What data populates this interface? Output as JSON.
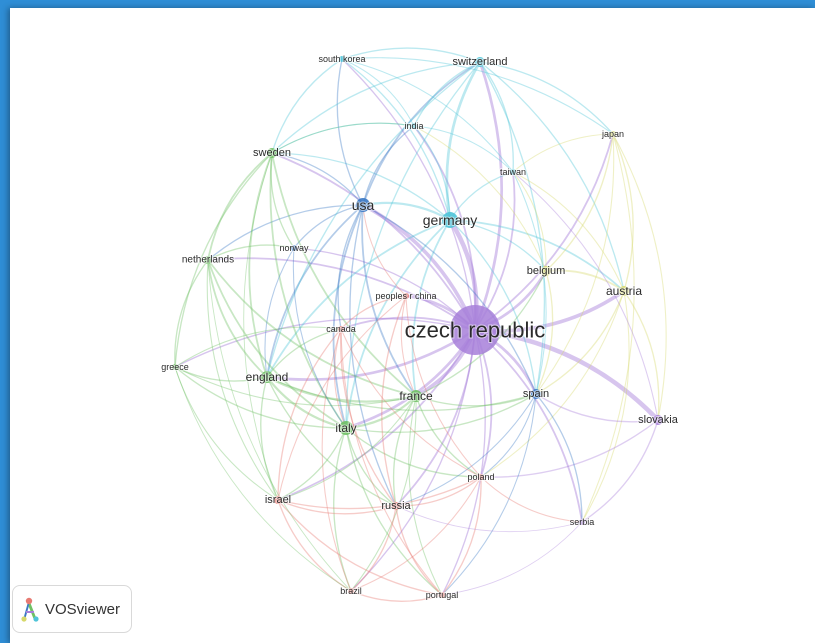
{
  "diagram": {
    "type": "co-authorship network",
    "colors": {
      "purple": "#a77fd9",
      "cyan": "#4fc4d8",
      "blue": "#3a78c4",
      "green": "#6fc064",
      "yellow": "#d6d86a",
      "red": "#e77a72"
    },
    "nodes": [
      {
        "id": "czech republic",
        "label": "czech republic",
        "cluster": "purple"
      },
      {
        "id": "slovakia",
        "label": "slovakia",
        "cluster": "purple"
      },
      {
        "id": "serbia",
        "label": "serbia",
        "cluster": "purple"
      },
      {
        "id": "switzerland",
        "label": "switzerland",
        "cluster": "cyan"
      },
      {
        "id": "germany",
        "label": "germany",
        "cluster": "cyan"
      },
      {
        "id": "south korea",
        "label": "south korea",
        "cluster": "cyan"
      },
      {
        "id": "india",
        "label": "india",
        "cluster": "cyan"
      },
      {
        "id": "taiwan",
        "label": "taiwan",
        "cluster": "cyan"
      },
      {
        "id": "usa",
        "label": "usa",
        "cluster": "blue"
      },
      {
        "id": "norway",
        "label": "norway",
        "cluster": "blue"
      },
      {
        "id": "spain",
        "label": "spain",
        "cluster": "blue"
      },
      {
        "id": "sweden",
        "label": "sweden",
        "cluster": "green"
      },
      {
        "id": "netherlands",
        "label": "netherlands",
        "cluster": "green"
      },
      {
        "id": "greece",
        "label": "greece",
        "cluster": "green"
      },
      {
        "id": "england",
        "label": "england",
        "cluster": "green"
      },
      {
        "id": "france",
        "label": "france",
        "cluster": "green"
      },
      {
        "id": "italy",
        "label": "italy",
        "cluster": "green"
      },
      {
        "id": "japan",
        "label": "japan",
        "cluster": "yellow"
      },
      {
        "id": "belgium",
        "label": "belgium",
        "cluster": "yellow"
      },
      {
        "id": "austria",
        "label": "austria",
        "cluster": "yellow"
      },
      {
        "id": "peoples r china",
        "label": "peoples r china",
        "cluster": "red"
      },
      {
        "id": "canada",
        "label": "canada",
        "cluster": "red"
      },
      {
        "id": "israel",
        "label": "israel",
        "cluster": "red"
      },
      {
        "id": "russia",
        "label": "russia",
        "cluster": "red"
      },
      {
        "id": "poland",
        "label": "poland",
        "cluster": "red"
      },
      {
        "id": "brazil",
        "label": "brazil",
        "cluster": "red"
      },
      {
        "id": "portugal",
        "label": "portugal",
        "cluster": "red"
      }
    ]
  },
  "logo": {
    "text": "VOSviewer",
    "icon": "vosviewer-logo-icon"
  }
}
